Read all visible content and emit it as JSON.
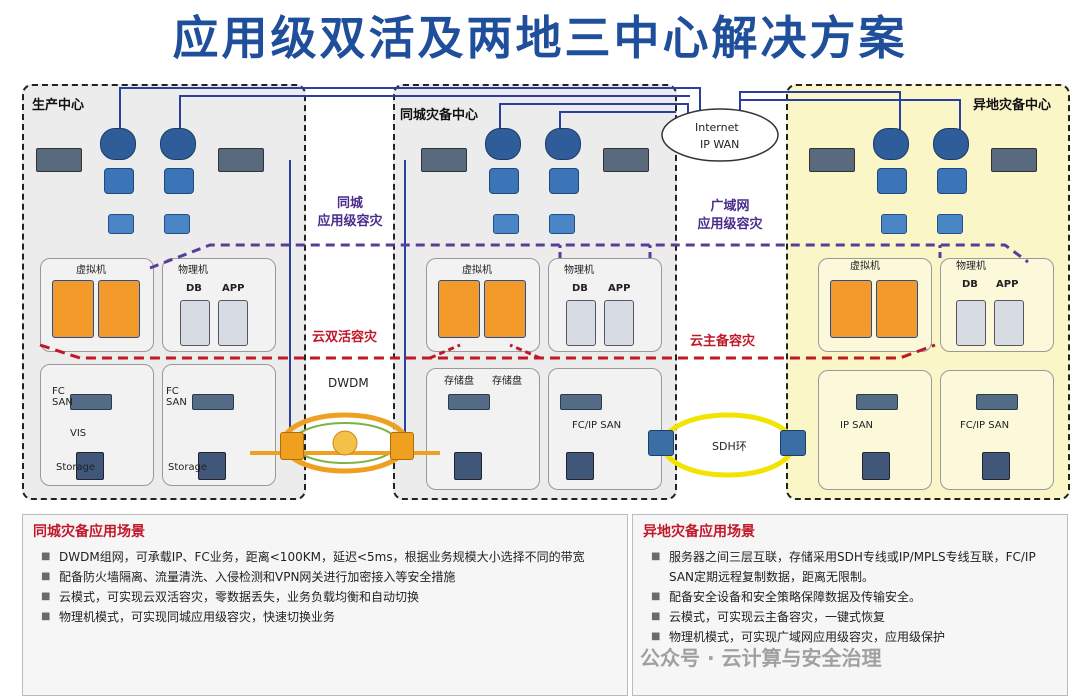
{
  "title": "应用级双活及两地三中心解决方案",
  "centers": {
    "production": "生产中心",
    "same_city": "同城灾备中心",
    "remote": "异地灾备中心"
  },
  "network": {
    "internet": "Internet",
    "ip_wan": "IP WAN",
    "dwdm": "DWDM",
    "sdh_ring": "SDH环"
  },
  "links": {
    "same_city_app_dr_line1": "同城",
    "same_city_app_dr_line2": "应用级容灾",
    "wan_line1": "广域网",
    "wan_line2": "应用级容灾",
    "cloud_active_active": "云双活容灾",
    "cloud_active_standby": "云主备容灾"
  },
  "nodes": {
    "vm": "虚拟机",
    "physical": "物理机",
    "db": "DB",
    "app": "APP",
    "fc_san": "FC SAN",
    "ip_san": "IP SAN",
    "fcip_san": "FC/IP SAN",
    "vis": "VIS",
    "storage": "Storage",
    "storage_disk": "存储盘"
  },
  "panels": {
    "left": {
      "title": "同城灾备应用场景",
      "items": [
        "DWDM组网，可承载IP、FC业务，距离<100KM，延迟<5ms，根据业务规模大小选择不同的带宽",
        "配备防火墙隔离、流量清洗、入侵检测和VPN网关进行加密接入等安全措施",
        "云模式，可实现云双活容灾，零数据丢失，业务负载均衡和自动切换",
        "物理机模式，可实现同城应用级容灾，快速切换业务"
      ]
    },
    "right": {
      "title": "异地灾备应用场景",
      "items": [
        "服务器之间三层互联，存储采用SDH专线或IP/MPLS专线互联，FC/IP SAN定期远程复制数据，距离无限制。",
        "配备安全设备和安全策略保障数据及传输安全。",
        "云模式，可实现云主备容灾，一键式恢复",
        "物理机模式，可实现广域网应用级容灾，应用级保护"
      ]
    }
  },
  "watermark": "公众号 · 云计算与安全治理",
  "colors": {
    "title": "#1f4e9b",
    "link_blue": "#2a3fa0",
    "link_purple": "#5a3b9b",
    "link_red": "#c0182a",
    "dwdm_orange": "#f0a020",
    "sdh_yellow": "#f2e300",
    "remote_bg": "#fbf6c8",
    "center_bg": "#ececec"
  }
}
